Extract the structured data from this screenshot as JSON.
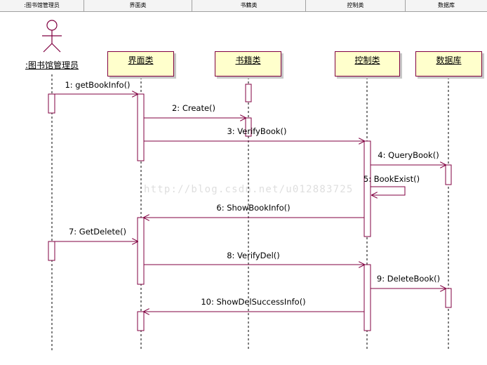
{
  "header": {
    "cells": [
      ":图书馆管理员",
      "界面类",
      "书籍类",
      "控制类",
      "数据库"
    ]
  },
  "participants": {
    "actor": ":图书馆管理员",
    "ui": "界面类",
    "book": "书籍类",
    "control": "控制类",
    "database": "数据库"
  },
  "messages": [
    "1: getBookInfo()",
    "2: Create()",
    "3: VerifyBook()",
    "4: QueryBook()",
    "5: BookExist()",
    "6: ShowBookInfo()",
    "7: GetDelete()",
    "8: VerifyDel()",
    "9: DeleteBook()",
    "10: ShowDelSuccessInfo()"
  ],
  "watermark": "http://blog.csdn.net/u012883725",
  "colors": {
    "line": "#800040",
    "box_fill": "#ffffcc",
    "activation_fill": "#ffffff"
  }
}
